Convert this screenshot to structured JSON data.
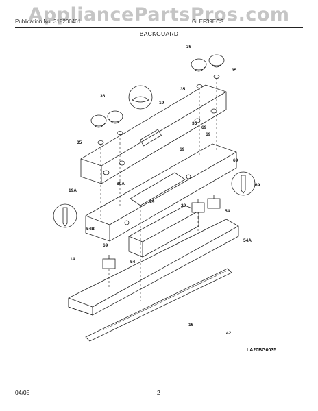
{
  "watermark": "AppliancePartsPros.com",
  "header": {
    "left_text": "Publication No. 318200401",
    "model_text": "GLEF39ECS",
    "section_title": "BACKGUARD"
  },
  "diagram": {
    "code": "LA20BG0035",
    "callouts": [
      "36",
      "35",
      "35",
      "36",
      "35",
      "19",
      "35",
      "69",
      "69",
      "69",
      "69",
      "19A",
      "89A",
      "69",
      "14",
      "20",
      "54",
      "54B",
      "69",
      "54",
      "14",
      "54A",
      "16",
      "42"
    ]
  },
  "footer": {
    "date": "04/05",
    "page_number": "2"
  }
}
